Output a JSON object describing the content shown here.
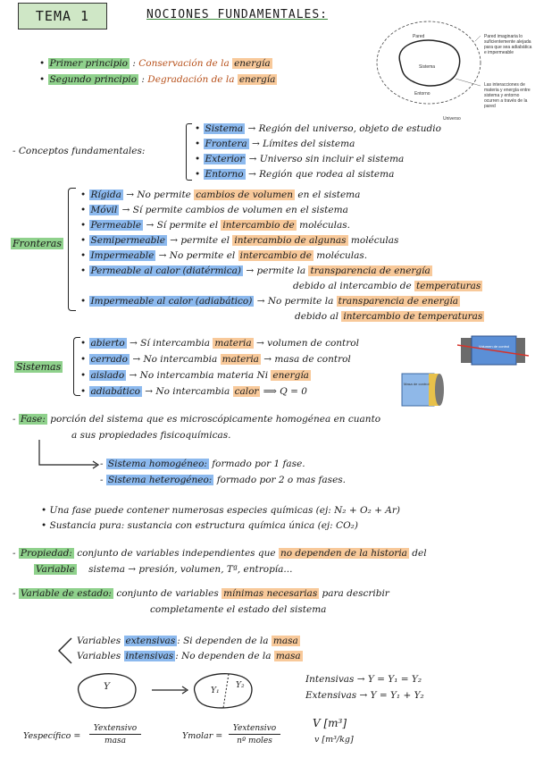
{
  "header": {
    "tema": "TEMA 1",
    "title": "NOCIONES FUNDAMENTALES:"
  },
  "diagram": {
    "pared": "Pared",
    "sistema": "Sistema",
    "entorno": "Entorno",
    "universo": "Universo",
    "note1": "Pared imaginaria lo suficientemente alejada para que sea adiabática e impermeable",
    "note2": "Las interacciones de materia y energía entre sistema y entorno ocurren a través de la pared"
  },
  "principios": [
    {
      "name": "Primer principio",
      "desc": "Conservación de la",
      "hl": "energía"
    },
    {
      "name": "Segundo principio",
      "desc": "Degradación de la",
      "hl": "energía"
    }
  ],
  "conceptos": {
    "label": "- Conceptos fundamentales:",
    "items": [
      {
        "term": "Sistema",
        "desc": "→ Región del universo, objeto de estudio"
      },
      {
        "term": "Frontera",
        "desc": "→ Límites del sistema"
      },
      {
        "term": "Exterior",
        "desc": "→ Universo sin incluir el sistema"
      },
      {
        "term": "Entorno",
        "desc": "→ Región que rodea al sistema"
      }
    ]
  },
  "fronteras": {
    "label": "Fronteras",
    "items": [
      {
        "term": "Rígida",
        "t1": "→ No permite ",
        "h": "cambios de volumen",
        "t2": " en el sistema"
      },
      {
        "term": "Móvil",
        "t1": "→ Sí permite cambios de volumen en el sistema",
        "h": "",
        "t2": ""
      },
      {
        "term": "Permeable",
        "t1": "→ Sí permite el ",
        "h": "intercambio de",
        "t2": " moléculas."
      },
      {
        "term": "Semipermeable",
        "t1": "→ permite el ",
        "h": "intercambio de algunas",
        "t2": " moléculas"
      },
      {
        "term": "Impermeable",
        "t1": "→ No permite el ",
        "h": "intercambio de",
        "t2": " moléculas."
      },
      {
        "term": "Permeable al calor (diatérmica)",
        "t1": "→ permite la ",
        "h": "transparencia de energía",
        "t2": ""
      },
      {
        "term": "",
        "t1": "debido al intercambio de ",
        "h": "temperaturas",
        "t2": ""
      },
      {
        "term": "Impermeable al calor (adiabático)",
        "t1": "→ No permite la ",
        "h": "transparencia de energía",
        "t2": ""
      },
      {
        "term": "",
        "t1": "debido al ",
        "h": "intercambio de temperaturas",
        "t2": ""
      }
    ]
  },
  "sistemas": {
    "label": "Sistemas",
    "items": [
      {
        "term": "abierto",
        "t1": "→ Sí intercambia ",
        "h": "materia",
        "t2": " → volumen de control"
      },
      {
        "term": "cerrado",
        "t1": "→ No intercambia ",
        "h": "materia",
        "t2": " → masa de control"
      },
      {
        "term": "aislado",
        "t1": "→ No intercambia materia Ni ",
        "h": "energía",
        "t2": ""
      },
      {
        "term": "adiabático",
        "t1": "→ No intercambia ",
        "h": "calor",
        "t2": " ⟹ Q = 0"
      }
    ],
    "img1": "Volumen de control",
    "img2": "Masa de control"
  },
  "fase": {
    "term": "Fase:",
    "l1": "porción del sistema que es microscópicamente homogénea en cuanto",
    "l2": "a sus propiedades fisicoquímicas.",
    "hom_term": "Sistema homogéneo:",
    "hom_desc": "formado por 1 fase.",
    "het_term": "Sistema heterogéneo:",
    "het_desc": "formado por 2 o mas fases."
  },
  "notas": [
    "• Una fase puede contener numerosas especies químicas (ej: N₂ + O₂ + Ar)",
    "• Sustancia pura: sustancia con estructura química única (ej: CO₂)"
  ],
  "propiedad": {
    "term": "Propiedad:",
    "sub": "Variable",
    "l1a": "conjunto de variables independientes que ",
    "l1h": "no dependen de la historia",
    "l1b": " del",
    "l2": "sistema → presión, volumen, Tª, entropía..."
  },
  "estado": {
    "term": "Variable de estado:",
    "l1a": "conjunto de variables ",
    "l1h": "mínimas necesarias",
    "l1b": " para describir",
    "l2": "completamente el estado del sistema"
  },
  "variables": [
    {
      "a": "Variables ",
      "h": "extensivas",
      "b": ": Si dependen de la ",
      "m": "masa"
    },
    {
      "a": "Variables ",
      "h": "intensivas",
      "b": ": No dependen de la ",
      "m": "masa"
    }
  ],
  "formulas": {
    "intensiva": "Intensivas → Y = Y₁ = Y₂",
    "extensiva": "Extensivas → Y = Y₁ + Y₂",
    "blob": "Y",
    "blob1": "Y₁",
    "blob2": "Y₂",
    "espec_l": "Yespecífico =",
    "espec_n": "Yextensivo",
    "espec_d": "masa",
    "molar_l": "Ymolar =",
    "molar_n": "Yextensivo",
    "molar_d": "nº moles",
    "V": "V [m³]",
    "v": "v [m³/kg]"
  }
}
